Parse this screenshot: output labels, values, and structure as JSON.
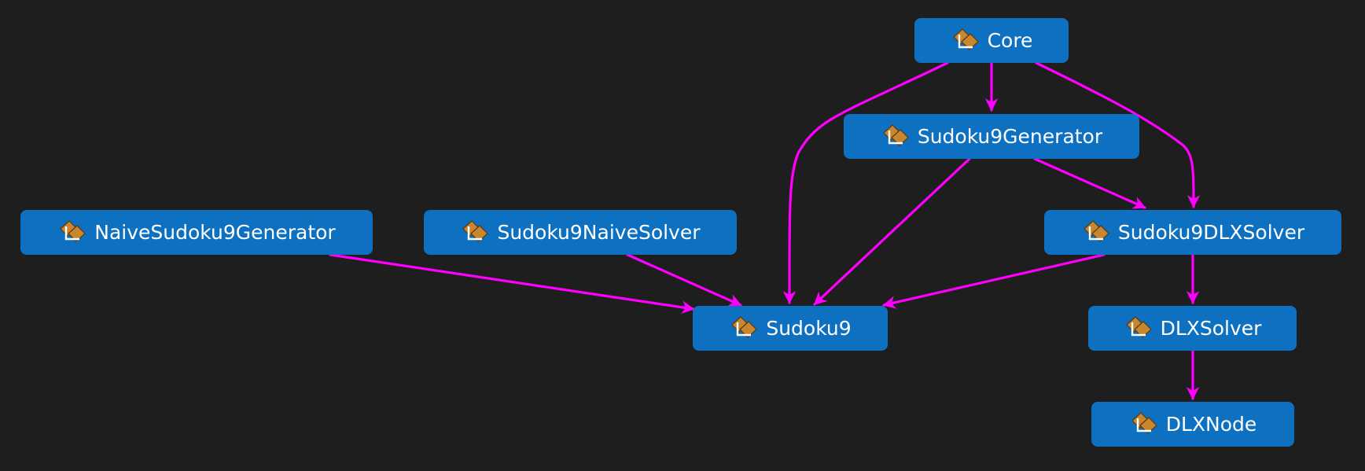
{
  "diagram": {
    "background_color": "#1e1e1e",
    "node_color": "#0e70c0",
    "edge_color": "#ff00ff",
    "node_icon": "class-module-icon",
    "nodes": {
      "core": {
        "label": "Core"
      },
      "sudoku9_generator": {
        "label": "Sudoku9Generator"
      },
      "naive_sudoku9_generator": {
        "label": "NaiveSudoku9Generator"
      },
      "sudoku9_naive_solver": {
        "label": "Sudoku9NaiveSolver"
      },
      "sudoku9_dlx_solver": {
        "label": "Sudoku9DLXSolver"
      },
      "sudoku9": {
        "label": "Sudoku9"
      },
      "dlx_solver": {
        "label": "DLXSolver"
      },
      "dlx_node": {
        "label": "DLXNode"
      }
    },
    "edges": [
      {
        "from": "core",
        "to": "sudoku9_generator"
      },
      {
        "from": "core",
        "to": "sudoku9"
      },
      {
        "from": "core",
        "to": "sudoku9_dlx_solver"
      },
      {
        "from": "sudoku9_generator",
        "to": "sudoku9"
      },
      {
        "from": "sudoku9_generator",
        "to": "sudoku9_dlx_solver"
      },
      {
        "from": "naive_sudoku9_generator",
        "to": "sudoku9"
      },
      {
        "from": "sudoku9_naive_solver",
        "to": "sudoku9"
      },
      {
        "from": "sudoku9_dlx_solver",
        "to": "sudoku9"
      },
      {
        "from": "sudoku9_dlx_solver",
        "to": "dlx_solver"
      },
      {
        "from": "dlx_solver",
        "to": "dlx_node"
      }
    ]
  }
}
